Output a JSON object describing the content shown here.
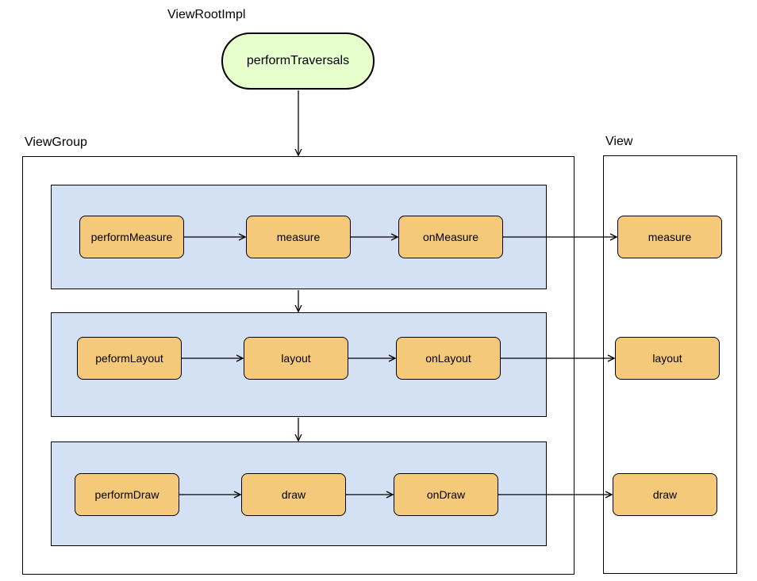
{
  "labels": {
    "root": "ViewRootImpl",
    "viewgroup": "ViewGroup",
    "view": "View"
  },
  "start": "performTraversals",
  "rows": [
    {
      "nodes": [
        "performMeasure",
        "measure",
        "onMeasure"
      ],
      "view_node": "measure"
    },
    {
      "nodes": [
        "peformLayout",
        "layout",
        "onLayout"
      ],
      "view_node": "layout"
    },
    {
      "nodes": [
        "performDraw",
        "draw",
        "onDraw"
      ],
      "view_node": "draw"
    }
  ],
  "colors": {
    "start_fill": "#e6ffcc",
    "panel_fill": "#d4e1f5",
    "node_fill": "#f5c97a"
  }
}
